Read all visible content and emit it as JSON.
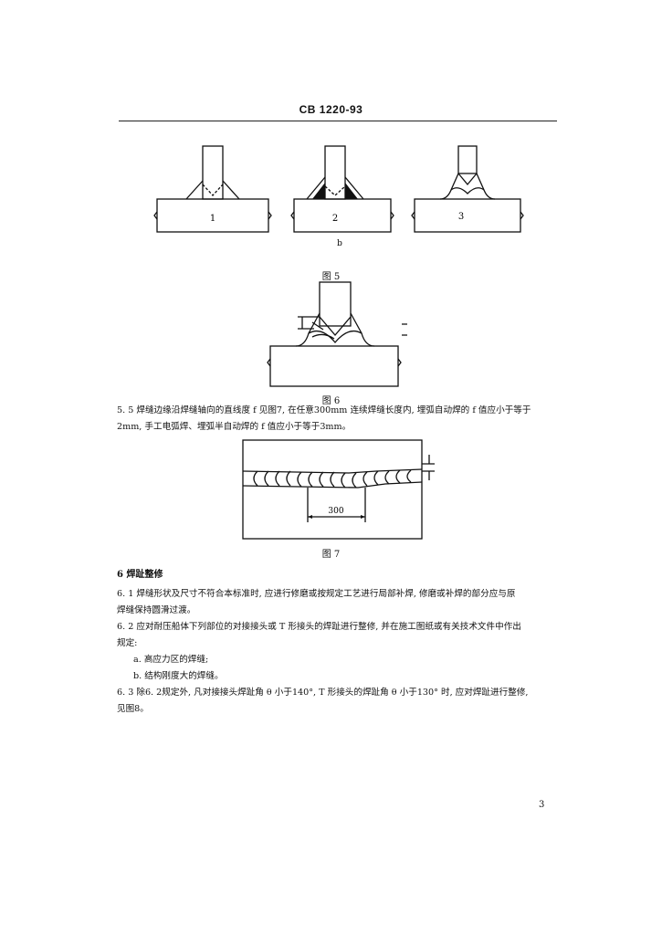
{
  "header": {
    "standard_code": "CB 1220-93"
  },
  "figure5": {
    "labels": [
      "1",
      "2",
      "3"
    ],
    "sublabel": "b",
    "caption": "图 5"
  },
  "figure6": {
    "caption": "图 6"
  },
  "section5_5": {
    "line1": "5. 5   焊缝边缘沿焊缝轴向的直线度 f 见图7, 在任意300mm 连续焊缝长度内, 埋弧自动焊的 f 值应小于等于",
    "line2": "2mm, 手工电弧焊、埋弧半自动焊的 f 值应小于等于3mm。"
  },
  "figure7": {
    "dimension": "300",
    "caption": "图 7"
  },
  "section6": {
    "heading": "6   焊趾整修",
    "p6_1_a": "6. 1   焊缝形状及尺寸不符合本标准时, 应进行修磨或按规定工艺进行局部补焊, 修磨或补焊的部分应与原",
    "p6_1_b": "焊缝保持圆滑过渡。",
    "p6_2_a": "6. 2   应对耐压船体下列部位的对接接头或 T 形接头的焊趾进行整修, 并在施工图纸或有关技术文件中作出",
    "p6_2_b": "规定:",
    "item_a": "a. 高应力区的焊缝;",
    "item_b": "b. 结构刚度大的焊缝。",
    "p6_3_a": "6. 3   除6. 2规定外, 凡对接接头焊趾角 θ 小于140°, T 形接头的焊趾角 θ 小于130° 时, 应对焊趾进行整修,",
    "p6_3_b": "见图8。"
  },
  "footer": {
    "page_number": "3"
  }
}
